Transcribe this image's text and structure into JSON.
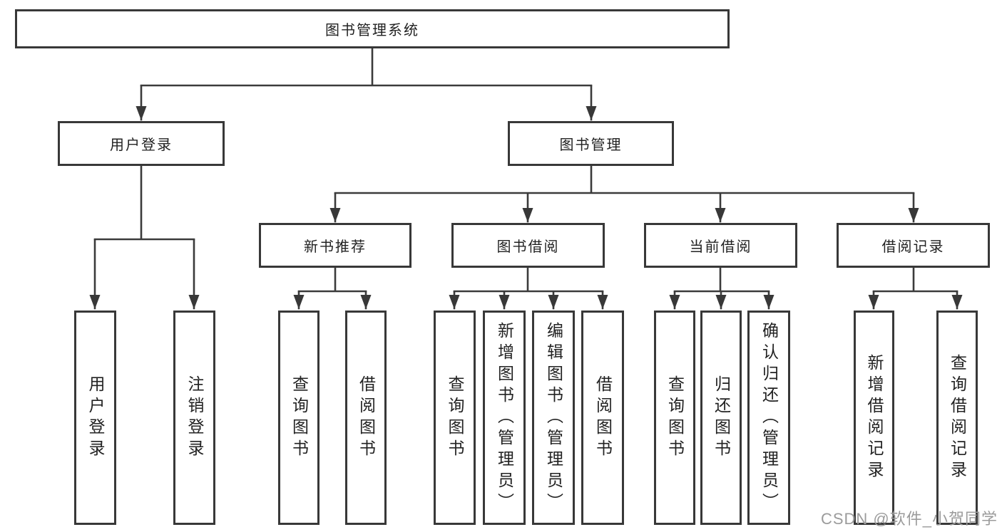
{
  "diagram": {
    "tree": {
      "label": "图书管理系统",
      "children": [
        {
          "label": "用户登录",
          "children": [
            {
              "label": "用户登录"
            },
            {
              "label": "注销登录"
            }
          ]
        },
        {
          "label": "图书管理",
          "children": [
            {
              "label": "新书推荐",
              "children": [
                {
                  "label": "查询图书"
                },
                {
                  "label": "借阅图书"
                }
              ]
            },
            {
              "label": "图书借阅",
              "children": [
                {
                  "label": "查询图书"
                },
                {
                  "label": "新增图书（管理员）"
                },
                {
                  "label": "编辑图书（管理员）"
                },
                {
                  "label": "借阅图书"
                }
              ]
            },
            {
              "label": "当前借阅",
              "children": [
                {
                  "label": "查询图书"
                },
                {
                  "label": "归还图书"
                },
                {
                  "label": "确认归还（管理员）"
                }
              ]
            },
            {
              "label": "借阅记录",
              "children": [
                {
                  "label": "新增借阅记录"
                },
                {
                  "label": "查询借阅记录"
                }
              ]
            }
          ]
        }
      ]
    },
    "colors": {
      "line": "#3b3b3b",
      "box_border": "#383838",
      "text": "#222222",
      "watermark": "#9b9b9b",
      "background": "#ffffff"
    }
  },
  "watermark": {
    "text": "CSDN @软件_小贺同学"
  }
}
